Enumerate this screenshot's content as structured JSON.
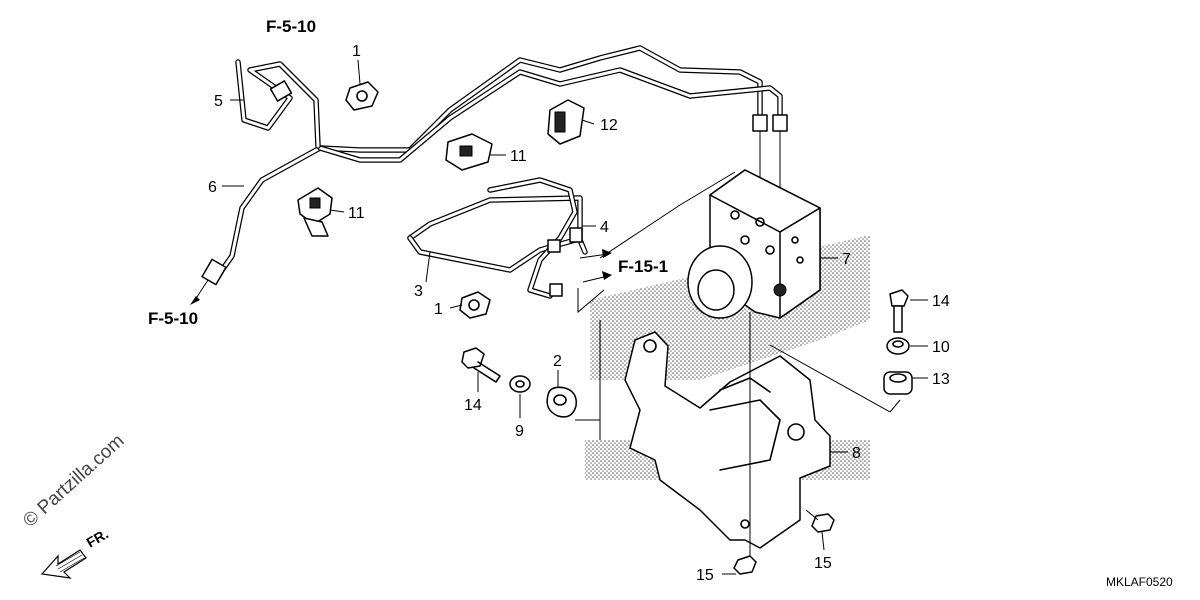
{
  "refs": {
    "top_left": "F-5-10",
    "bottom_left": "F-5-10",
    "middle": "F-15-1"
  },
  "labels": {
    "p1_top": "1",
    "p1_bottom": "1",
    "p2": "2",
    "p3": "3",
    "p4": "4",
    "p5": "5",
    "p6": "6",
    "p7": "7",
    "p8": "8",
    "p9": "9",
    "p10": "10",
    "p11_top": "11",
    "p11_left": "11",
    "p12": "12",
    "p13": "13",
    "p14_left": "14",
    "p14_right": "14",
    "p15_left": "15",
    "p15_right": "15"
  },
  "diagram_code": "MKLAF0520",
  "watermark": "© Partzilla.com",
  "front_indicator": "FR."
}
